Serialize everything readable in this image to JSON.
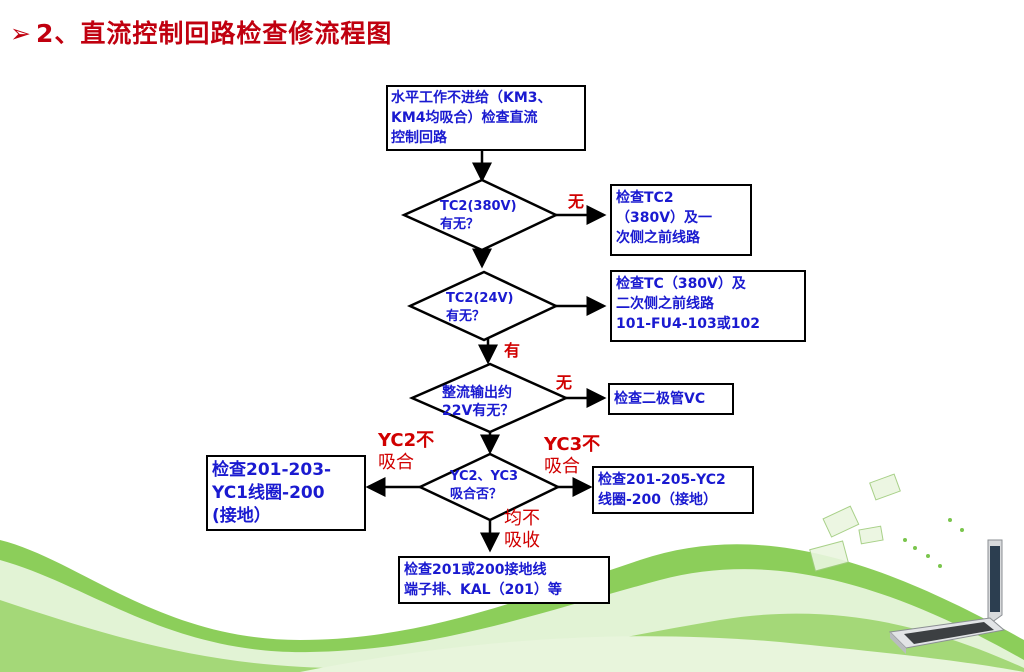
{
  "title": {
    "bullet": "➢",
    "text": "2、直流控制回路检查修流程图"
  },
  "nodes": {
    "start": [
      "水平工作不进给（KM3、",
      "KM4均吸合）检查直流",
      "控制回路"
    ],
    "d1": [
      "TC2(380V)",
      "有无？"
    ],
    "d2": [
      "TC2(24V)",
      "有无？"
    ],
    "d3": [
      "整流输出约",
      "22V有无？"
    ],
    "d4": [
      "YC2、YC3",
      "吸合否？"
    ],
    "r1": [
      "检查TC2",
      "（380V）及一",
      "次侧之前线路"
    ],
    "r2": [
      "检查TC（380V）及",
      "二次侧之前线路",
      "101-FU4-103或102"
    ],
    "r3": [
      "检查二极管VC"
    ],
    "r4": [
      "检查201-205-YC2",
      "线圈-200（接地）"
    ],
    "l4": [
      "检查201-203-",
      "YC1线圈-200",
      "(接地）"
    ],
    "bottom": [
      "检查201或200接地线",
      "端子排、KAL（201）等"
    ]
  },
  "labels": {
    "no1": "无",
    "yes2": "有",
    "no3": "无",
    "yc2": [
      "YC2不",
      "吸合"
    ],
    "yc3": [
      "YC3不",
      "吸合"
    ],
    "both": [
      "均不",
      "吸收"
    ]
  }
}
